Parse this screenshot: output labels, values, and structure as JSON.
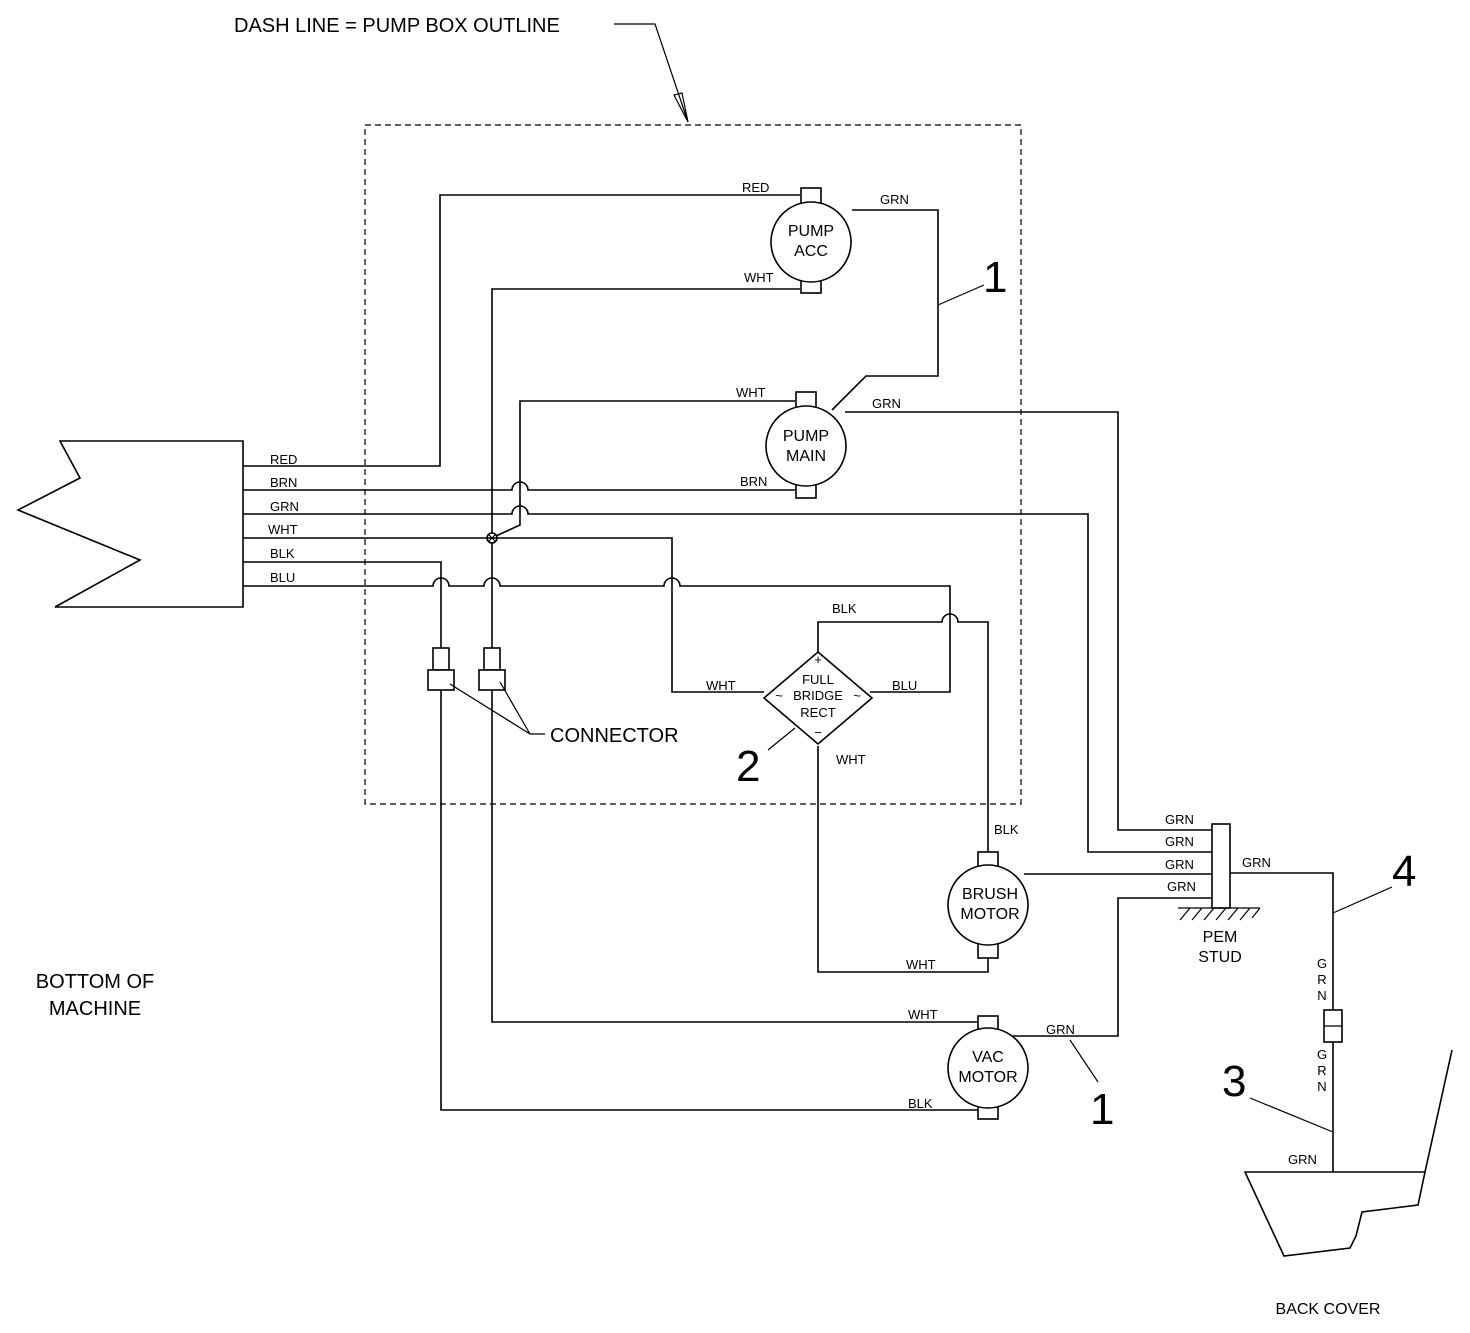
{
  "header": {
    "title": "DASH LINE = PUMP BOX OUTLINE"
  },
  "cable_labels": [
    "RED",
    "BRN",
    "GRN",
    "WHT",
    "BLK",
    "BLU"
  ],
  "components": {
    "pump_acc": {
      "line1": "PUMP",
      "line2": "ACC"
    },
    "pump_main": {
      "line1": "PUMP",
      "line2": "MAIN"
    },
    "rectifier": {
      "line1": "FULL",
      "line2": "BRIDGE",
      "line3": "RECT",
      "plus": "+",
      "minus": "−",
      "ac": "~"
    },
    "brush_motor": {
      "line1": "BRUSH",
      "line2": "MOTOR"
    },
    "vac_motor": {
      "line1": "VAC",
      "line2": "MOTOR"
    },
    "pem_stud": {
      "line1": "PEM",
      "line2": "STUD"
    }
  },
  "wire_labels": {
    "acc_red": "RED",
    "acc_grn": "GRN",
    "acc_wht": "WHT",
    "main_wht": "WHT",
    "main_grn": "GRN",
    "main_brn": "BRN",
    "rect_blk": "BLK",
    "rect_wht_in": "WHT",
    "rect_blu": "BLU",
    "rect_wht_out": "WHT",
    "brush_blk": "BLK",
    "brush_wht": "WHT",
    "stud_grn_1": "GRN",
    "stud_grn_2": "GRN",
    "stud_grn_3": "GRN",
    "stud_grn_4": "GRN",
    "stud_grn_out": "GRN",
    "vac_wht": "WHT",
    "vac_grn": "GRN",
    "vac_blk": "BLK",
    "cover_grn_upper": [
      "G",
      "R",
      "N"
    ],
    "cover_grn_lower": [
      "G",
      "R",
      "N"
    ],
    "cover_grn": "GRN"
  },
  "callouts": {
    "connector": "CONNECTOR",
    "ground_wire_1a": "1",
    "ground_wire_1b": "1",
    "rectifier_2": "2",
    "cover_3": "3",
    "ground_4": "4"
  },
  "side_labels": {
    "bottom_line1": "BOTTOM OF",
    "bottom_line2": "MACHINE",
    "back_cover": "BACK COVER"
  }
}
